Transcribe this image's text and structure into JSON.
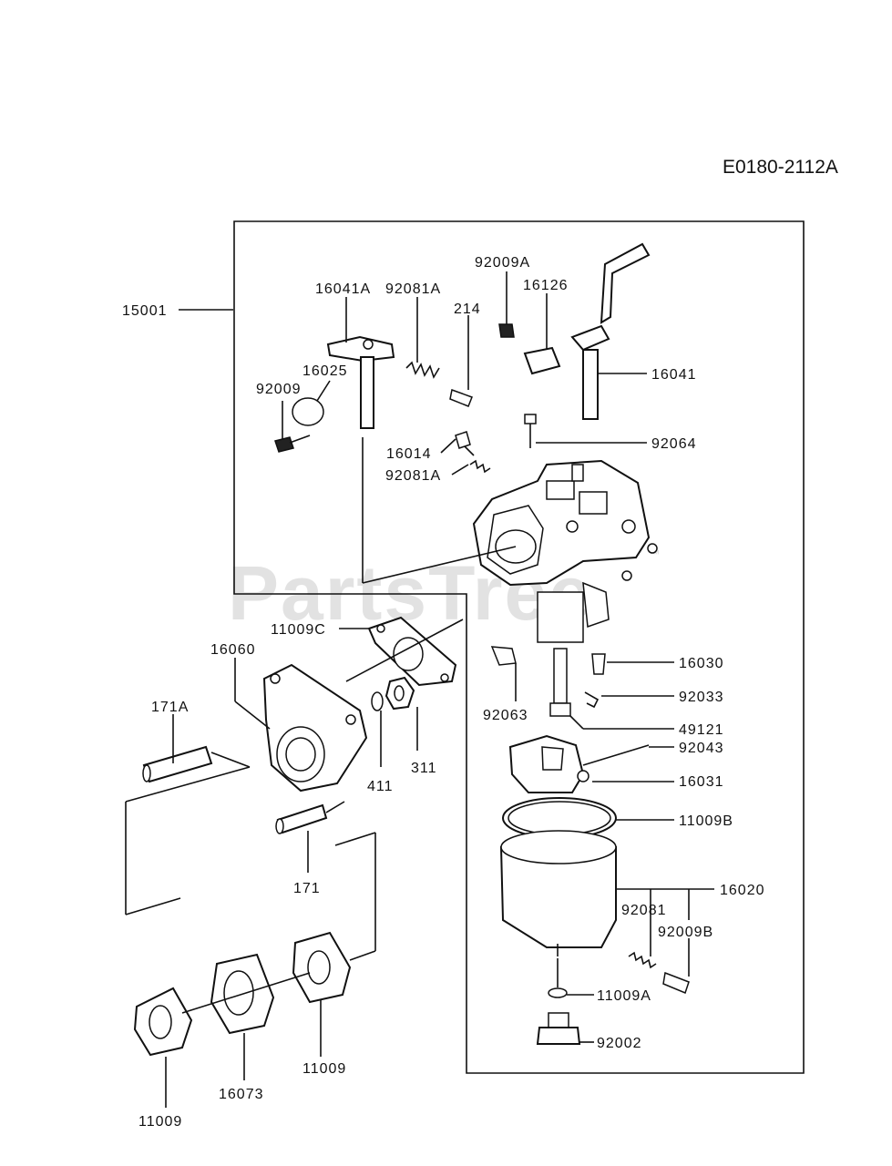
{
  "diagram_code": "E0180-2112A",
  "watermark": "PartsTree",
  "watermark_tm": "™",
  "parts": [
    {
      "id": "p15001",
      "label": "15001"
    },
    {
      "id": "p16041A",
      "label": "16041A"
    },
    {
      "id": "p92081A1",
      "label": "92081A"
    },
    {
      "id": "p214",
      "label": "214"
    },
    {
      "id": "p92009A",
      "label": "92009A"
    },
    {
      "id": "p16126",
      "label": "16126"
    },
    {
      "id": "p16041",
      "label": "16041"
    },
    {
      "id": "p16025",
      "label": "16025"
    },
    {
      "id": "p92009",
      "label": "92009"
    },
    {
      "id": "p92064",
      "label": "92064"
    },
    {
      "id": "p16014",
      "label": "16014"
    },
    {
      "id": "p92081A2",
      "label": "92081A"
    },
    {
      "id": "p11009C",
      "label": "11009C"
    },
    {
      "id": "p16060",
      "label": "16060"
    },
    {
      "id": "p16030",
      "label": "16030"
    },
    {
      "id": "p92033",
      "label": "92033"
    },
    {
      "id": "p171A",
      "label": "171A"
    },
    {
      "id": "p92063",
      "label": "92063"
    },
    {
      "id": "p49121",
      "label": "49121"
    },
    {
      "id": "p92043",
      "label": "92043"
    },
    {
      "id": "p311",
      "label": "311"
    },
    {
      "id": "p411",
      "label": "411"
    },
    {
      "id": "p16031",
      "label": "16031"
    },
    {
      "id": "p11009B",
      "label": "11009B"
    },
    {
      "id": "p171",
      "label": "171"
    },
    {
      "id": "p16020",
      "label": "16020"
    },
    {
      "id": "p92081",
      "label": "92081"
    },
    {
      "id": "p92009B",
      "label": "92009B"
    },
    {
      "id": "p11009A",
      "label": "11009A"
    },
    {
      "id": "p92002",
      "label": "92002"
    },
    {
      "id": "p11009a",
      "label": "11009"
    },
    {
      "id": "p16073",
      "label": "16073"
    },
    {
      "id": "p11009b",
      "label": "11009"
    }
  ]
}
